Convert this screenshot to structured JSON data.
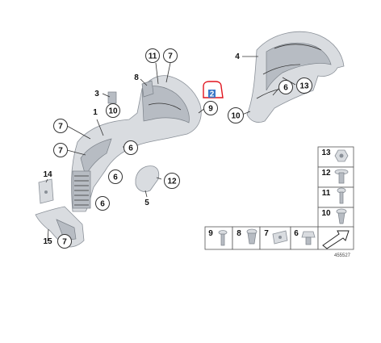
{
  "diagram": {
    "id": "455527",
    "callouts": {
      "c1": "1",
      "c2": "2",
      "c3": "3",
      "c4": "4",
      "c5": "5",
      "c6a": "6",
      "c6b": "6",
      "c6c": "6",
      "c6d": "6",
      "c7a": "7",
      "c7b": "7",
      "c7c": "7",
      "c7d": "7",
      "c8": "8",
      "c9": "9",
      "c10a": "10",
      "c10b": "10",
      "c11": "11",
      "c12": "12",
      "c13": "13",
      "c14": "14",
      "c15": "15"
    },
    "legend": {
      "r13": "13",
      "r12": "12",
      "r11": "11",
      "r10": "10",
      "b9": "9",
      "b8": "8",
      "b7": "7",
      "b6": "6"
    }
  },
  "colors": {
    "highlight": "#e0141e",
    "selection": "#3a78c9"
  }
}
